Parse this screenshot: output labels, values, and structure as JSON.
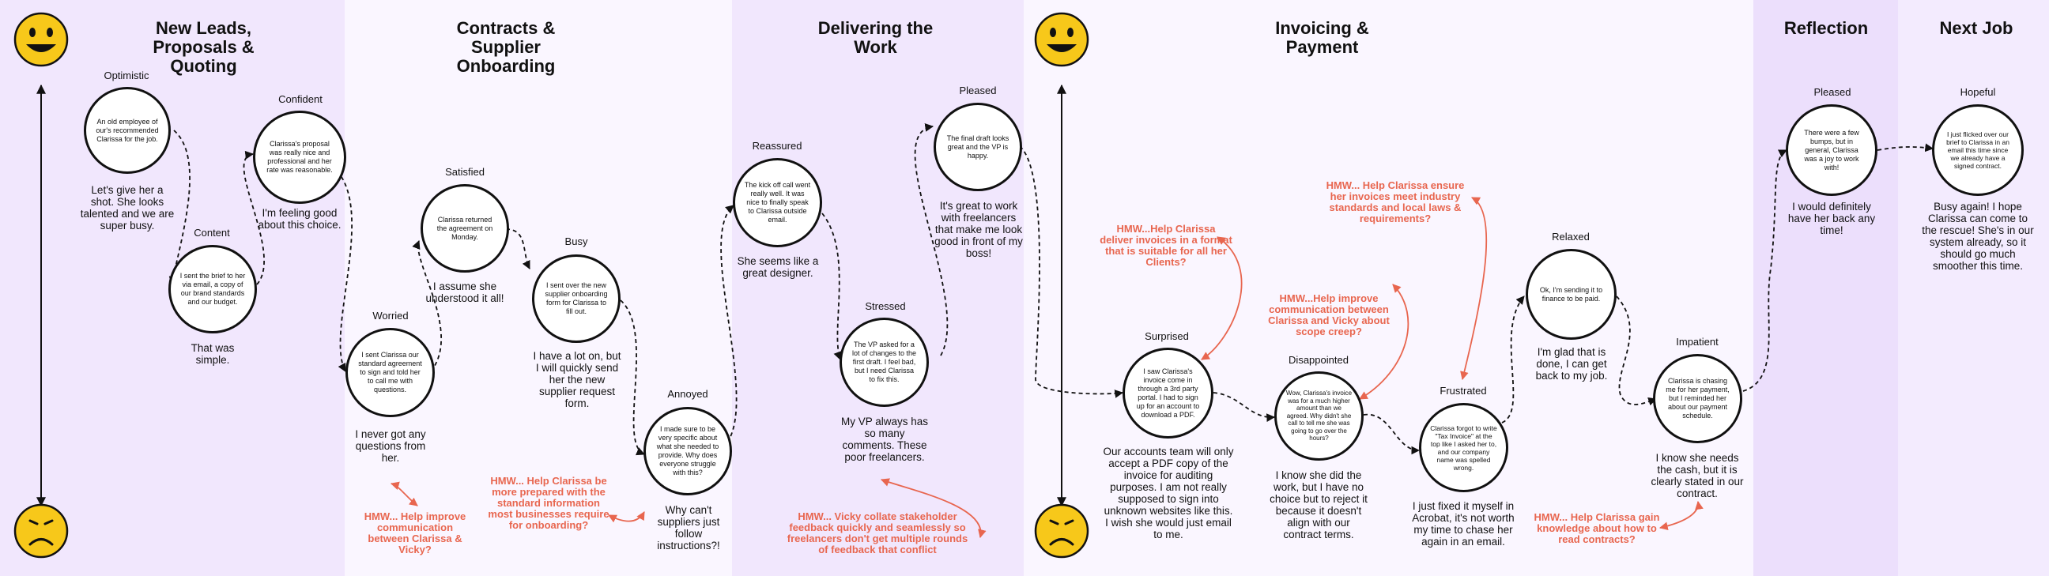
{
  "colors": {
    "band_light": "#faf6ff",
    "band_dark": "#f1e7fd",
    "band_reflection": "#ecdffc",
    "band_nextjob": "#f3ebfe",
    "accent_hmw": "#e8664f",
    "face_yellow": "#f7c81a",
    "outline": "#111111"
  },
  "phases": [
    {
      "title": "New Leads,\nProposals &\nQuoting"
    },
    {
      "title": "Contracts &\nSupplier\nOnboarding"
    },
    {
      "title": "Delivering the\nWork"
    },
    {
      "title": "Invoicing &\nPayment"
    },
    {
      "title": "Reflection"
    },
    {
      "title": "Next Job"
    }
  ],
  "faces": [
    "happy-face-icon",
    "sad-face-icon"
  ],
  "moments": [
    {
      "emotion": "Optimistic",
      "circle": "An old employee of our's recommended Clarissa for the job.",
      "quote": "Let's give her a shot. She looks talented and we are super busy."
    },
    {
      "emotion": "Content",
      "circle": "I sent the brief to her via email, a copy of our brand standards and our budget.",
      "quote": "That was simple."
    },
    {
      "emotion": "Confident",
      "circle": "Clarissa's proposal was really nice and professional and her rate was reasonable.",
      "quote": "I'm feeling good about this choice."
    },
    {
      "emotion": "Worried",
      "circle": "I sent Clarissa our standard agreement to sign and told her to call me with questions.",
      "quote": "I never got any questions from her."
    },
    {
      "emotion": "Satisfied",
      "circle": "Clarissa returned the agreement on Monday.",
      "quote": "I assume she understood it all!"
    },
    {
      "emotion": "Busy",
      "circle": "I sent over the new supplier onboarding form for Clarissa to fill out.",
      "quote": "I have a lot on, but I will quickly send her the new supplier request form."
    },
    {
      "emotion": "Annoyed",
      "circle": "I made sure to be very specific about what she needed to provide. Why does everyone struggle with this?",
      "quote": "Why can't suppliers just follow instructions?!"
    },
    {
      "emotion": "Reassured",
      "circle": "The kick off call went really well. It was nice to finally speak to Clarissa outside email.",
      "quote": "She seems like a great designer."
    },
    {
      "emotion": "Stressed",
      "circle": "The VP asked for a lot of changes to the first draft. I feel bad, but I need Clarissa to fix this.",
      "quote": "My VP always has so many comments. These poor freelancers."
    },
    {
      "emotion": "Pleased",
      "circle": "The final draft looks great and the VP is happy.",
      "quote": "It's great to work with freelancers that make me look good in front of my boss!"
    },
    {
      "emotion": "Surprised",
      "circle": "I saw Clarissa's invoice come in through a 3rd party portal. I had to sign up for an account to download a PDF.",
      "quote": "Our accounts team will only accept a PDF copy of the invoice for auditing purposes. I am not really supposed to sign into unknown websites like this. I wish she would just email to me."
    },
    {
      "emotion": "Disappointed",
      "circle": "Wow, Clarissa's invoice was for a much higher amount than we agreed. Why didn't she call to tell me she was going to go over the hours?",
      "quote": "I know she did the work, but I have no choice but to reject it because it doesn't align with our contract terms."
    },
    {
      "emotion": "Frustrated",
      "circle": "Clarissa forgot to write \"Tax Invoice\" at the top like I asked her to, and our company name was spelled wrong.",
      "quote": "I just fixed it myself in Acrobat, it's not worth my time to chase her again in an email."
    },
    {
      "emotion": "Relaxed",
      "circle": "Ok, I'm sending it to finance to be paid.",
      "quote": "I'm glad that is done, I can get back to my job."
    },
    {
      "emotion": "Impatient",
      "circle": "Clarissa is chasing me for her payment, but I reminded her about our payment schedule.",
      "quote": "I know she needs the cash, but it is clearly stated in our contract."
    },
    {
      "emotion": "Pleased",
      "circle": "There were a few bumps, but in general, Clarissa was a joy to work with!",
      "quote": "I would definitely have her back any time!"
    },
    {
      "emotion": "Hopeful",
      "circle": "I just flicked over our brief to Clarissa in an email this time since we already have a signed contract.",
      "quote": "Busy again! I hope Clarissa can come to the rescue! She's in our system already, so it should go much smoother this time."
    }
  ],
  "hmw": [
    "HMW... Help improve communication between Clarissa & Vicky?",
    "HMW... Help Clarissa be more prepared with the standard information most businesses require for onboarding?",
    "HMW... Vicky collate stakeholder feedback quickly and seamlessly so freelancers don't get multiple rounds of feedback that conflict",
    "HMW...Help Clarissa deliver invoices in a format that is suitable for all her Clients?",
    "HMW...Help improve communication between Clarissa and Vicky about scope creep?",
    "HMW... Help Clarissa ensure her invoices meet industry standards and local laws & requirements?",
    "HMW... Help Clarissa gain knowledge about how to read contracts?"
  ]
}
